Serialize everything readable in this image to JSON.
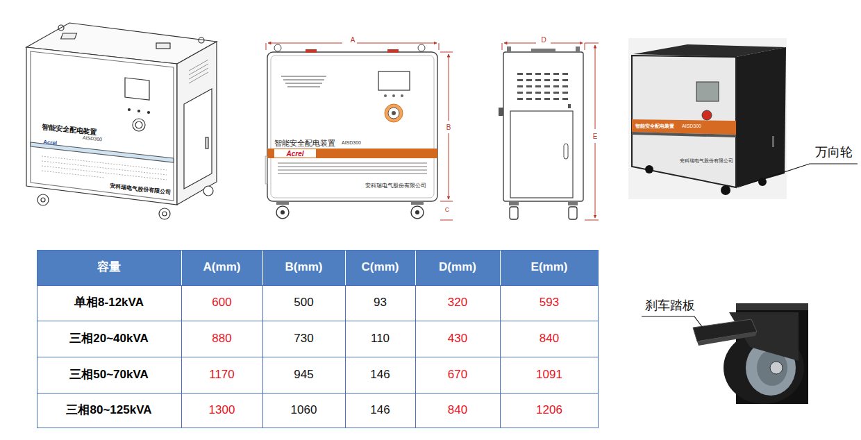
{
  "diagram": {
    "labels": [
      "智能安全配电装置",
      "AISD300",
      "Acrel",
      "安科瑞电气股份有限公司",
      "A",
      "智能安全配电装置",
      "AISD300",
      "Acrel",
      "安科瑞电气股份有限公司",
      "B",
      "C",
      "D",
      "E",
      "智能安全配电装置",
      "AISD300",
      "安科瑞电气股份有限公司",
      "万向轮",
      "刹车踏板",
      "容量",
      "A(mm)",
      "B(mm)",
      "C(mm)",
      "D(mm)",
      "E(mm)",
      "单相8-12kVA",
      "600",
      "500",
      "93",
      "320",
      "593",
      "三相20~40kVA",
      "880",
      "730",
      "110",
      "430",
      "840",
      "三相50~70kVA",
      "1170",
      "945",
      "146",
      "670",
      "1091",
      "三相80~125kVA",
      "1300",
      "1060",
      "146",
      "840",
      "1206"
    ]
  }
}
